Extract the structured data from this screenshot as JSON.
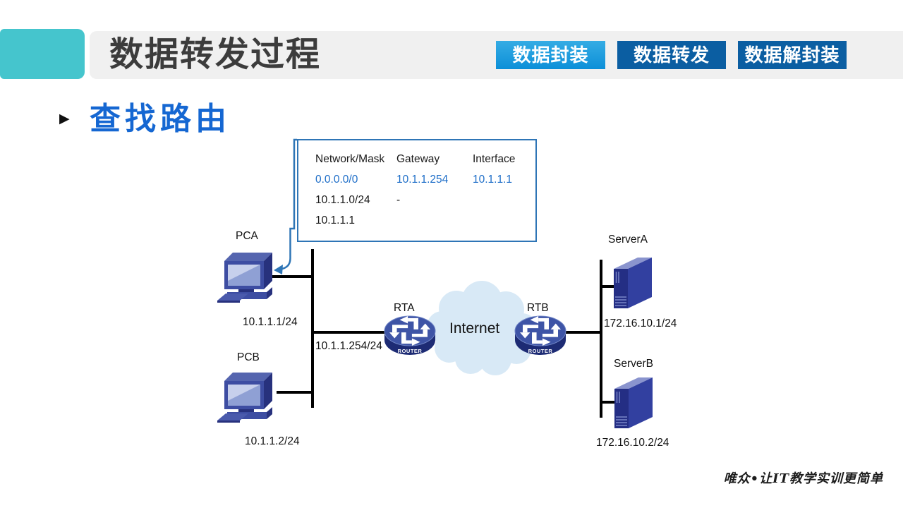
{
  "header": {
    "title": "数据转发过程",
    "tabs": [
      {
        "label": "数据封装",
        "active": true
      },
      {
        "label": "数据转发",
        "active": false
      },
      {
        "label": "数据解封装",
        "active": false
      }
    ]
  },
  "section": {
    "bullet_glyph": "▶",
    "heading": "查找路由"
  },
  "routing_table": {
    "headers": [
      "Network/Mask",
      "Gateway",
      "Interface"
    ],
    "rows": [
      {
        "cells": [
          "0.0.0.0/0",
          "10.1.1.254",
          "10.1.1.1"
        ],
        "highlight": true
      },
      {
        "cells": [
          "10.1.1.0/24",
          "-",
          ""
        ],
        "highlight": false
      },
      {
        "cells": [
          "10.1.1.1",
          "",
          ""
        ],
        "highlight": false
      }
    ]
  },
  "diagram": {
    "nodes": {
      "pca": {
        "label": "PCA",
        "ip": "10.1.1.1/24"
      },
      "pcb": {
        "label": "PCB",
        "ip": "10.1.1.2/24"
      },
      "rta": {
        "label": "RTA",
        "interface_ip": "10.1.1.254/24",
        "device_text": "ROUTER"
      },
      "rtb": {
        "label": "RTB",
        "device_text": "ROUTER"
      },
      "internet": {
        "label": "Internet"
      },
      "server_a": {
        "label": "ServerA",
        "ip": "172.16.10.1/24"
      },
      "server_b": {
        "label": "ServerB",
        "ip": "172.16.10.2/24"
      }
    }
  },
  "footer": {
    "slogan": "唯众•让IT教学实训更简单"
  },
  "colors": {
    "accent_teal": "#45C5CD",
    "header_bar_gray": "#F0F0F0",
    "tab_active_blue": "#189BDF",
    "tab_inactive_blue": "#0B5EA2",
    "heading_blue": "#1567D2",
    "table_border_blue": "#2E75B6",
    "table_highlight_blue": "#1E6EC8",
    "cloud_fill": "#D8E9F6",
    "device_navy": "#3240A0"
  }
}
